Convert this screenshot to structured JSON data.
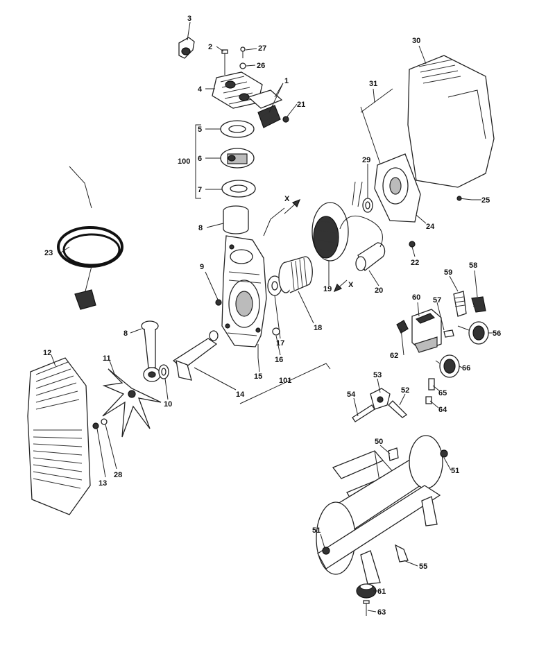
{
  "labels": {
    "p1": "1",
    "p2": "2",
    "p3": "3",
    "p4": "4",
    "p5": "5",
    "p6": "6",
    "p7": "7",
    "p8": "8",
    "p9": "9",
    "p10": "10",
    "p11": "11",
    "p12": "12",
    "p13": "13",
    "p14": "14",
    "p15": "15",
    "p16": "16",
    "p17": "17",
    "p18": "18",
    "p19": "19",
    "p20": "20",
    "p21": "21",
    "p22": "22",
    "p23": "23",
    "p24": "24",
    "p25": "25",
    "p26": "26",
    "p27": "27",
    "p28": "28",
    "p29": "29",
    "p30": "30",
    "p31": "31",
    "p50": "50",
    "p51a": "51",
    "p51b": "51",
    "p52": "52",
    "p53": "53",
    "p54": "54",
    "p55": "55",
    "p56": "56",
    "p57": "57",
    "p58": "58",
    "p59": "59",
    "p60": "60",
    "p61": "61",
    "p62": "62",
    "p63": "63",
    "p64": "64",
    "p65": "65",
    "p66": "66",
    "g100": "100",
    "g101": "101",
    "x1": "X",
    "x2": "X"
  }
}
